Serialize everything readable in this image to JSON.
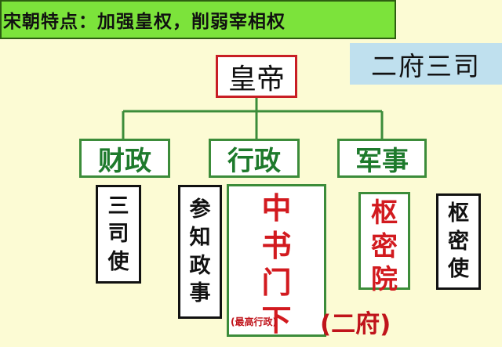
{
  "title": "宋朝特点：加强皇权，削弱宰相权",
  "tag": "二府三司",
  "emperor": "皇帝",
  "departments": {
    "finance": "财政",
    "admin": "行政",
    "military": "军事"
  },
  "officials": {
    "finance": [
      "三",
      "司",
      "使"
    ],
    "deputy": [
      "参",
      "知",
      "政",
      "事"
    ],
    "chancellery": [
      "中",
      "书",
      "门",
      "下"
    ],
    "chancellery_note": "(最高行政)",
    "privy_council": [
      "枢",
      "密",
      "院"
    ],
    "privy_commissioner": [
      "枢",
      "密",
      "使"
    ]
  },
  "two_fu_label": "(二府)",
  "colors": {
    "title_bg": "#7CE33B",
    "tag_bg": "#BFE0EE",
    "emperor_border": "#C81E24",
    "dept_border": "#3C8C3A",
    "dept_text": "#1E7A2C",
    "highlight_text": "#D21A1F"
  }
}
